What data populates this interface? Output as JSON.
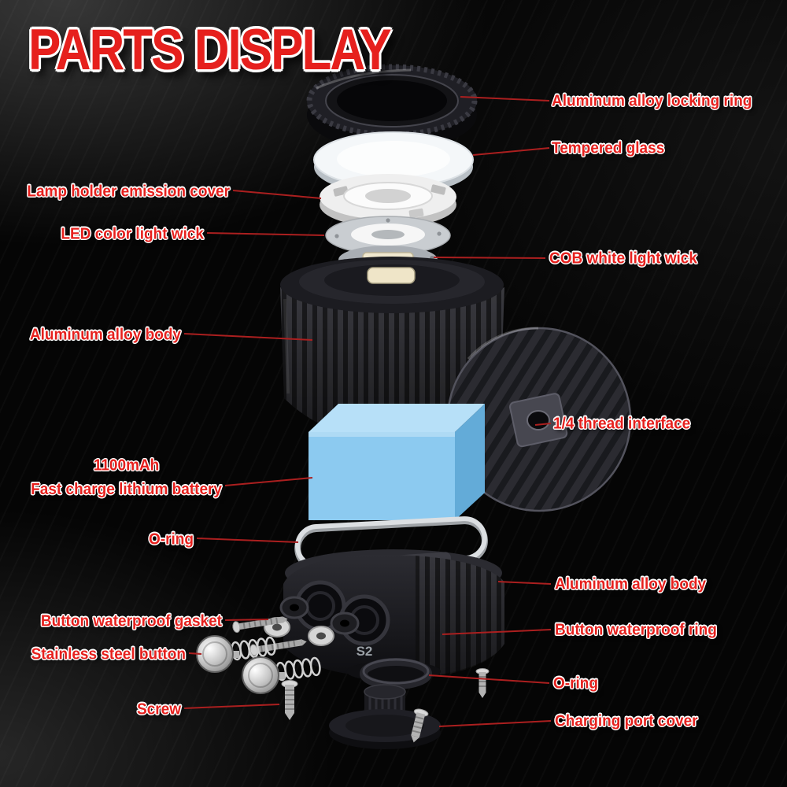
{
  "title": "PARTS DISPLAY",
  "device_marking": "S2",
  "accent_color": "#e6201d",
  "labels": {
    "locking_ring": "Aluminum alloy locking ring",
    "tempered_glass": "Tempered glass",
    "emission_cover": "Lamp holder emission cover",
    "led_wick": "LED color light wick",
    "cob_wick": "COB white light wick",
    "upper_body": "Aluminum alloy body",
    "thread_interface": "1/4 thread interface",
    "battery_capacity": "1100mAh",
    "battery_name": "Fast charge lithium battery",
    "o_ring_upper": "O-ring",
    "lower_body": "Aluminum alloy body",
    "button_gasket": "Button waterproof gasket",
    "button_ring": "Button waterproof ring",
    "steel_button": "Stainless steel button",
    "o_ring_lower": "O-ring",
    "screw": "Screw",
    "charging_cover": "Charging port cover"
  }
}
